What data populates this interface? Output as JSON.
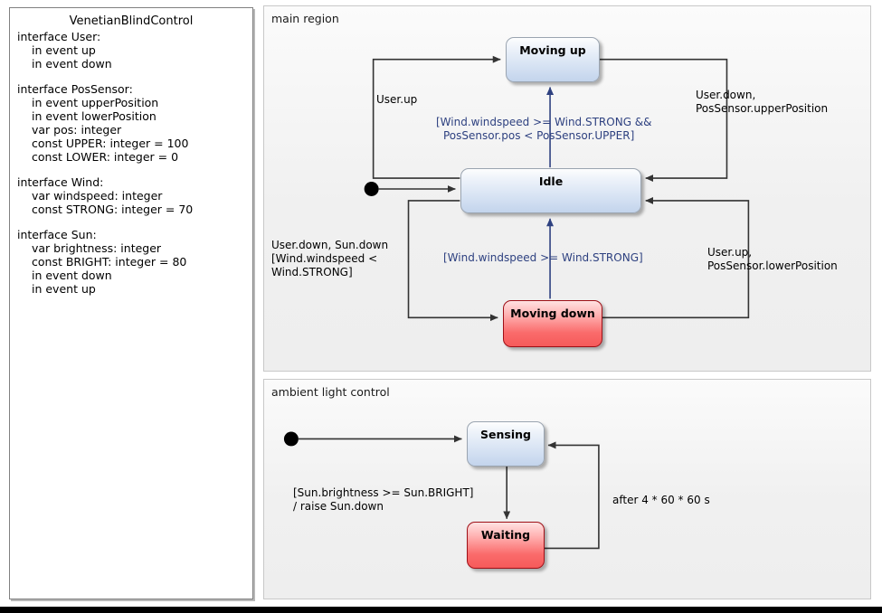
{
  "interface_panel": {
    "title": "VenetianBlindControl",
    "blocks": [
      {
        "head": "interface User:",
        "members": [
          "in event up",
          "in event down"
        ]
      },
      {
        "head": "interface PosSensor:",
        "members": [
          "in event upperPosition",
          "in event lowerPosition",
          "var pos: integer",
          "const UPPER: integer = 100",
          "const LOWER: integer = 0"
        ]
      },
      {
        "head": "interface Wind:",
        "members": [
          "var windspeed: integer",
          "const STRONG: integer = 70"
        ]
      },
      {
        "head": "interface Sun:",
        "members": [
          "var brightness: integer",
          "const BRIGHT: integer = 80",
          "in event down",
          "in event up"
        ]
      }
    ]
  },
  "colors": {
    "guard_text": "#2e4180",
    "transition_line": "#333333",
    "guard_line": "#2e4180",
    "state_blue_border": "#9aa4b0",
    "state_red_border": "#9e0f16",
    "region_border": "#c8c8c8",
    "panel_border": "#808080",
    "bottom_bar": "#000000"
  },
  "main_region": {
    "label": "main region",
    "states": [
      {
        "name": "Moving up",
        "kind": "blue"
      },
      {
        "name": "Idle",
        "kind": "blue"
      },
      {
        "name": "Moving down",
        "kind": "red"
      }
    ],
    "initial_state_target": "Idle",
    "transitions": [
      {
        "from": "Idle",
        "to": "Moving up",
        "label": "User.up",
        "kind": "event"
      },
      {
        "from": "Moving up",
        "to": "Idle",
        "label": "User.down,\nPosSensor.upperPosition",
        "kind": "event"
      },
      {
        "from": "Idle",
        "to": "Moving up",
        "label": "[Wind.windspeed >= Wind.STRONG &&\nPosSensor.pos < PosSensor.UPPER]",
        "kind": "guard"
      },
      {
        "from": "Idle",
        "to": "Moving down",
        "label": "User.down, Sun.down\n[Wind.windspeed <\nWind.STRONG]",
        "kind": "event"
      },
      {
        "from": "Moving down",
        "to": "Idle",
        "label": "User.up,\nPosSensor.lowerPosition",
        "kind": "event"
      },
      {
        "from": "Moving down",
        "to": "Idle",
        "label": "[Wind.windspeed >= Wind.STRONG]",
        "kind": "guard"
      }
    ],
    "label_lines": {
      "user_up": "User.up",
      "user_down_upper_1": "User.down,",
      "user_down_upper_2": "PosSensor.upperPosition",
      "guard_up_1": "[Wind.windspeed >= Wind.STRONG &&",
      "guard_up_2": "PosSensor.pos < PosSensor.UPPER]",
      "down_guard_1": "User.down, Sun.down",
      "down_guard_2": "[Wind.windspeed <",
      "down_guard_3": "Wind.STRONG]",
      "user_up_lower_1": "User.up,",
      "user_up_lower_2": "PosSensor.lowerPosition",
      "guard_down": "[Wind.windspeed >= Wind.STRONG]"
    }
  },
  "ambient_region": {
    "label": "ambient light control",
    "states": [
      {
        "name": "Sensing",
        "kind": "blue"
      },
      {
        "name": "Waiting",
        "kind": "red"
      }
    ],
    "initial_state_target": "Sensing",
    "transitions": [
      {
        "from": "Sensing",
        "to": "Waiting",
        "label": "[Sun.brightness >= Sun.BRIGHT]\n/ raise Sun.down",
        "kind": "event"
      },
      {
        "from": "Waiting",
        "to": "Sensing",
        "label": "after 4 * 60 * 60 s",
        "kind": "event"
      }
    ],
    "label_lines": {
      "brightness_1": "[Sun.brightness >= Sun.BRIGHT]",
      "brightness_2": "/ raise Sun.down",
      "after_timer": "after 4 * 60 * 60 s"
    }
  }
}
